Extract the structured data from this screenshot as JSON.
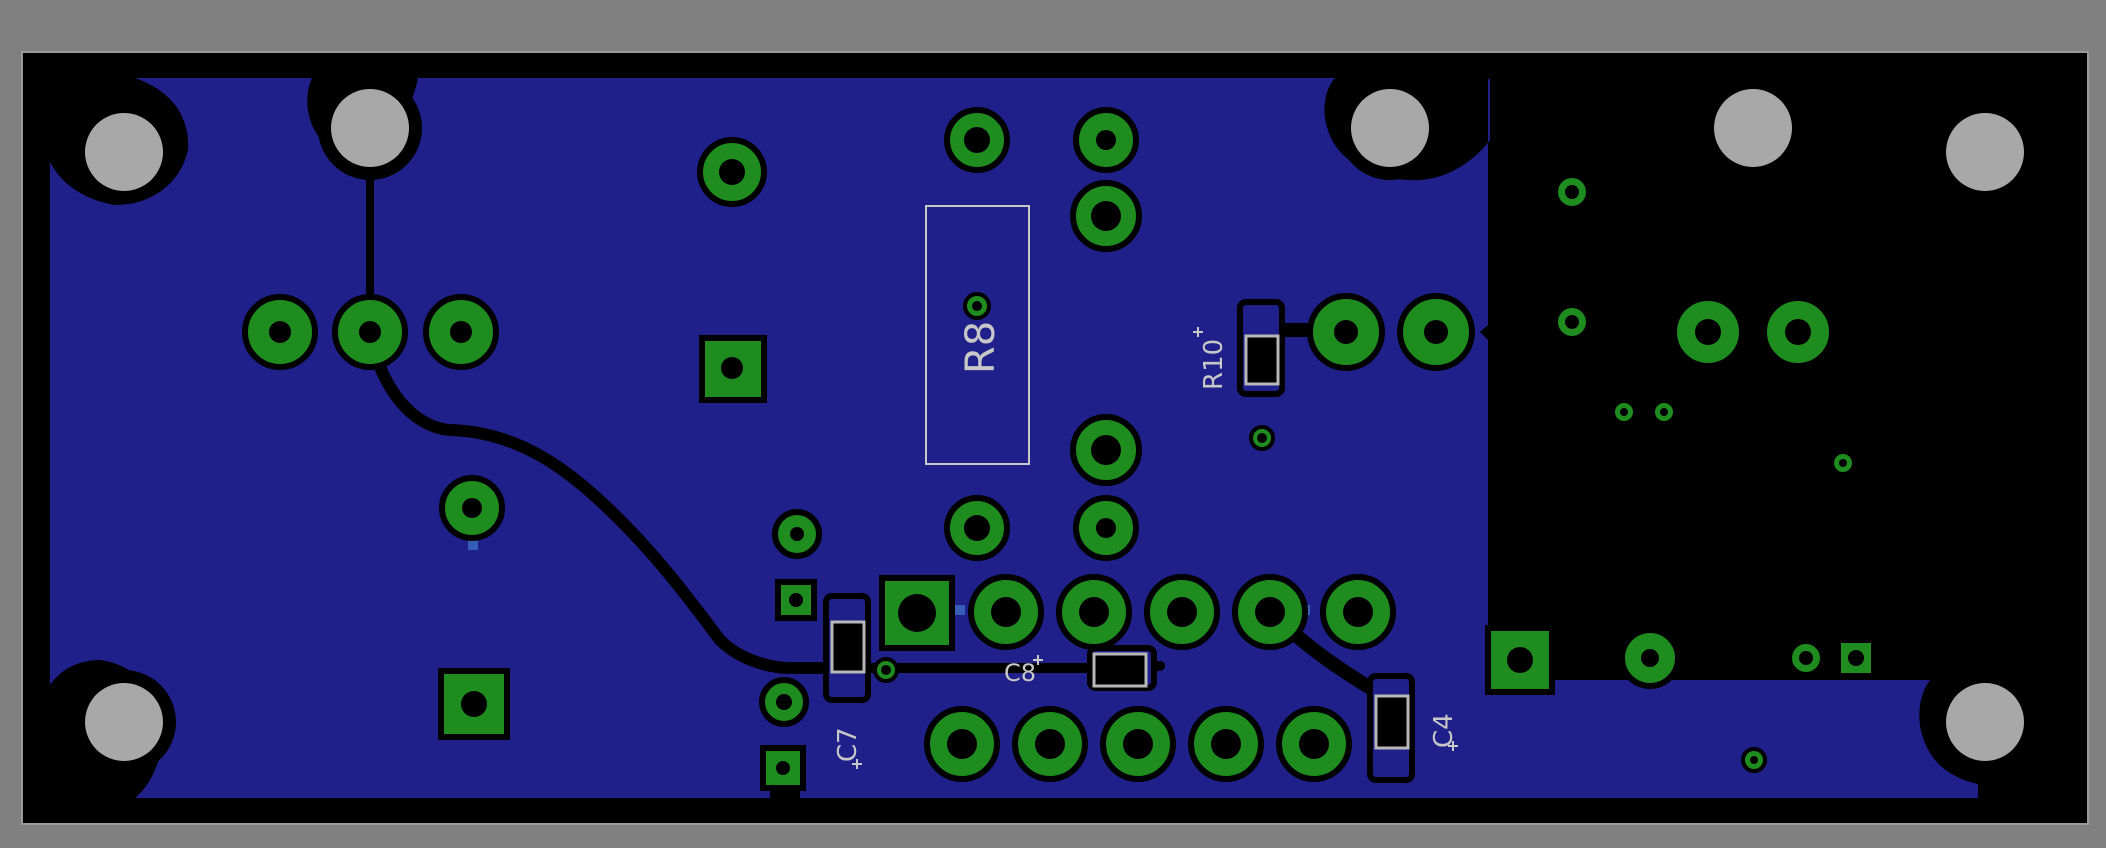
{
  "labels": {
    "r8": "R8",
    "r10": "R10",
    "c8": "C8",
    "c7": "C7",
    "c4": "C4"
  },
  "colors": {
    "background": "#808080",
    "board": "#000000",
    "copper_pour": "#20208a",
    "pad": "#1e8c1e",
    "hole": "#a8a8a8",
    "silkscreen": "#c8c8c8",
    "smd_pad": "#b8b8b8"
  }
}
